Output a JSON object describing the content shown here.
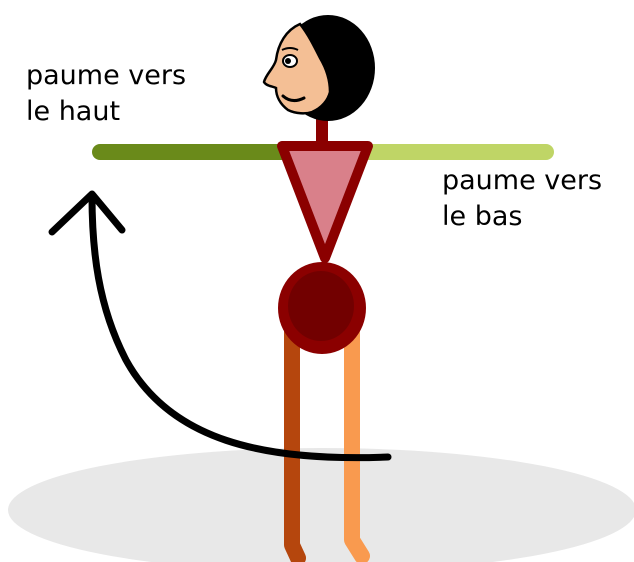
{
  "labels": {
    "left_line1": "paume vers",
    "left_line2": "le haut",
    "right_line1": "paume vers",
    "right_line2": "le bas"
  },
  "colors": {
    "arm_left": "#6a8a1a",
    "arm_right": "#bfd566",
    "torso_outline": "#8b0000",
    "torso_fill": "#d9808a",
    "pelvis_outer": "#8b0000",
    "pelvis_inner": "#5e0000",
    "leg_left": "#b5460d",
    "leg_right": "#f99a4f",
    "skin": "#f4bf95",
    "hair": "#000000",
    "arrow": "#000000",
    "ground": "#e8e8e8"
  },
  "icons": [
    "stick-figure",
    "curved-arrow-icon"
  ]
}
